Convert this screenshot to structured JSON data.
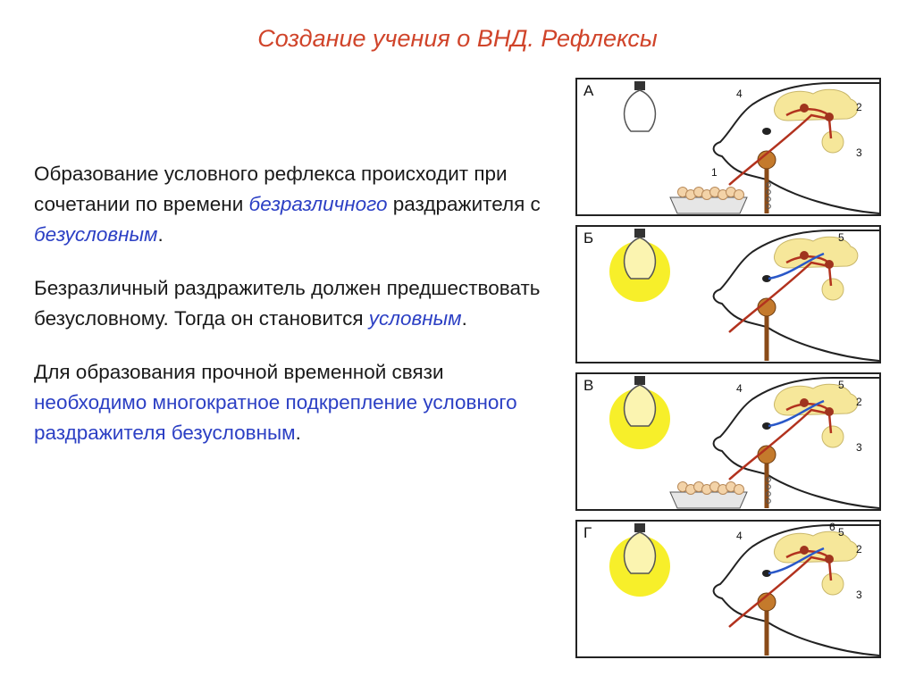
{
  "title": "Создание учения о ВНД. Рефлексы",
  "paragraphs": [
    {
      "parts": [
        {
          "text": "Образование условного рефлекса происходит при сочетании по времени ",
          "style": "plain"
        },
        {
          "text": "безразличного",
          "style": "hl-i"
        },
        {
          "text": " раздражителя с ",
          "style": "plain"
        },
        {
          "text": "безусловным",
          "style": "hl-i"
        },
        {
          "text": ".",
          "style": "plain"
        }
      ]
    },
    {
      "parts": [
        {
          "text": "Безразличный раздражитель должен предшествовать безусловному. Тогда он становится ",
          "style": "plain"
        },
        {
          "text": "условным",
          "style": "hl-i"
        },
        {
          "text": ".",
          "style": "plain"
        }
      ]
    },
    {
      "parts": [
        {
          "text": "Для образования прочной временной связи ",
          "style": "plain"
        },
        {
          "text": "необходимо многократное подкрепление условного раздражителя безусловным",
          "style": "hl"
        },
        {
          "text": ".",
          "style": "plain"
        }
      ]
    }
  ],
  "panels": [
    {
      "letter": "А",
      "lamp_on": false,
      "food": true,
      "labels": [
        "1",
        "2",
        "3",
        "4"
      ]
    },
    {
      "letter": "Б",
      "lamp_on": true,
      "food": false,
      "labels": [
        "5"
      ]
    },
    {
      "letter": "В",
      "lamp_on": true,
      "food": true,
      "labels": [
        "2",
        "3",
        "4",
        "5"
      ]
    },
    {
      "letter": "Г",
      "lamp_on": true,
      "food": false,
      "labels": [
        "2",
        "3",
        "4",
        "5",
        "6"
      ]
    }
  ],
  "colors": {
    "title": "#d0442a",
    "highlight": "#2b3fc4",
    "lamp_glow": "#f7ef2a",
    "brain": "#f6e79a",
    "nerve_red": "#b2321e",
    "nerve_blue": "#2a58c8"
  }
}
